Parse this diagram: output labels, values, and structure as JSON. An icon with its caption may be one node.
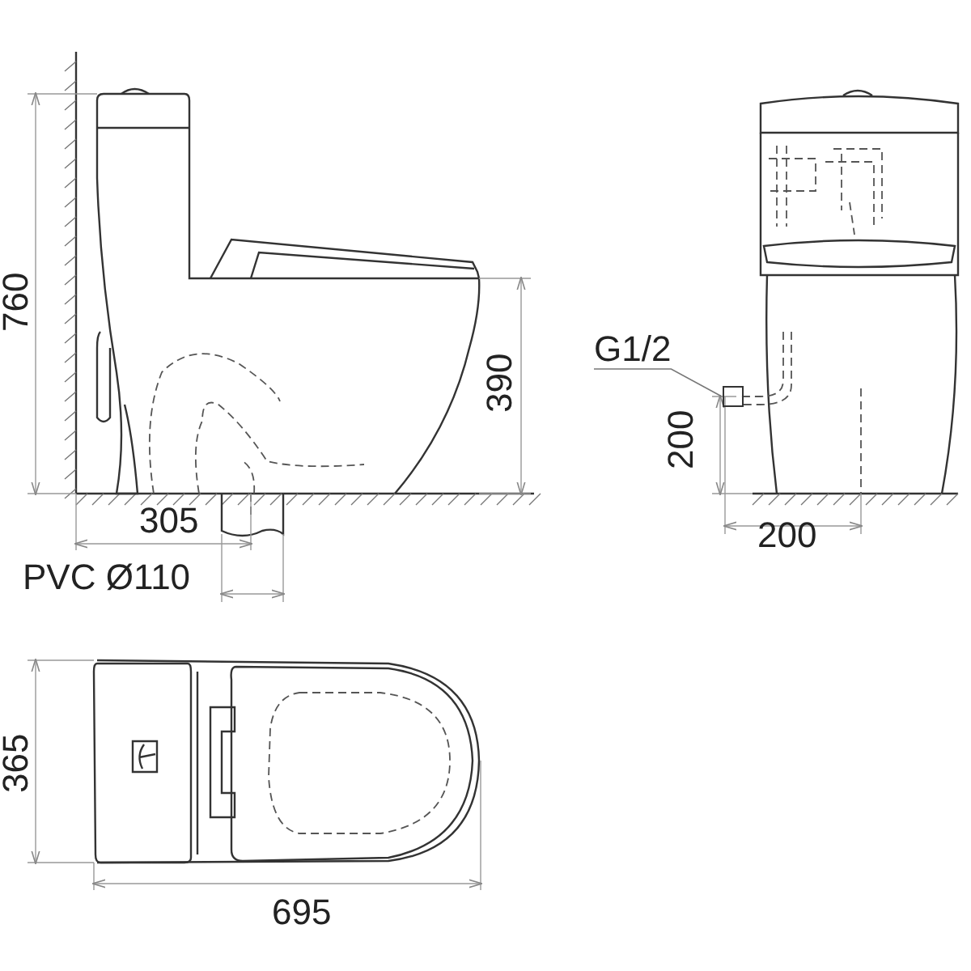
{
  "diagram": {
    "nodes": [
      {
        "text": [
          "G1/2"
        ]
      },
      {
        "text": [],
        "shape": "box"
      }
    ],
    "edges": [
      {
        "from": 0,
        "to": 1,
        "arrow": "none"
      }
    ],
    "labels": [
      "760",
      "390",
      "305",
      "PVC Ø110",
      "200",
      "200",
      "365",
      "695"
    ]
  }
}
